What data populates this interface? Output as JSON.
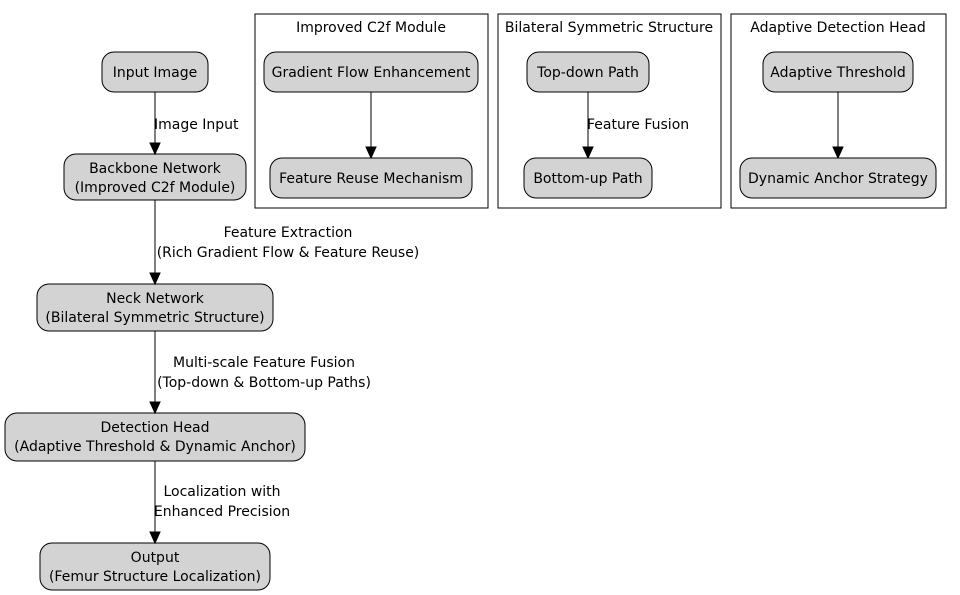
{
  "main_flow": {
    "input": "Input Image",
    "backbone": [
      "Backbone Network",
      "(Improved C2f Module)"
    ],
    "neck": [
      "Neck Network",
      "(Bilateral Symmetric Structure)"
    ],
    "head": [
      "Detection Head",
      "(Adaptive Threshold & Dynamic Anchor)"
    ],
    "output": [
      "Output",
      "(Femur Structure Localization)"
    ]
  },
  "edges": {
    "input_to_backbone": [
      "Image Input"
    ],
    "backbone_to_neck": [
      "Feature Extraction",
      "(Rich Gradient Flow & Feature Reuse)"
    ],
    "neck_to_head": [
      "Multi-scale Feature Fusion",
      "(Top-down & Bottom-up Paths)"
    ],
    "head_to_output": [
      "Localization with",
      "Enhanced Precision"
    ]
  },
  "clusters": {
    "c2f": {
      "title": "Improved C2f Module",
      "top": "Gradient Flow Enhancement",
      "bottom": "Feature Reuse Mechanism",
      "edge_label": ""
    },
    "bilateral": {
      "title": "Bilateral Symmetric Structure",
      "top": "Top-down Path",
      "bottom": "Bottom-up Path",
      "edge_label": "Feature Fusion"
    },
    "adaptive": {
      "title": "Adaptive Detection Head",
      "top": "Adaptive Threshold",
      "bottom": "Dynamic Anchor Strategy",
      "edge_label": ""
    }
  },
  "colors": {
    "node_fill": "#d3d3d3",
    "stroke": "#000000",
    "background": "#ffffff"
  }
}
